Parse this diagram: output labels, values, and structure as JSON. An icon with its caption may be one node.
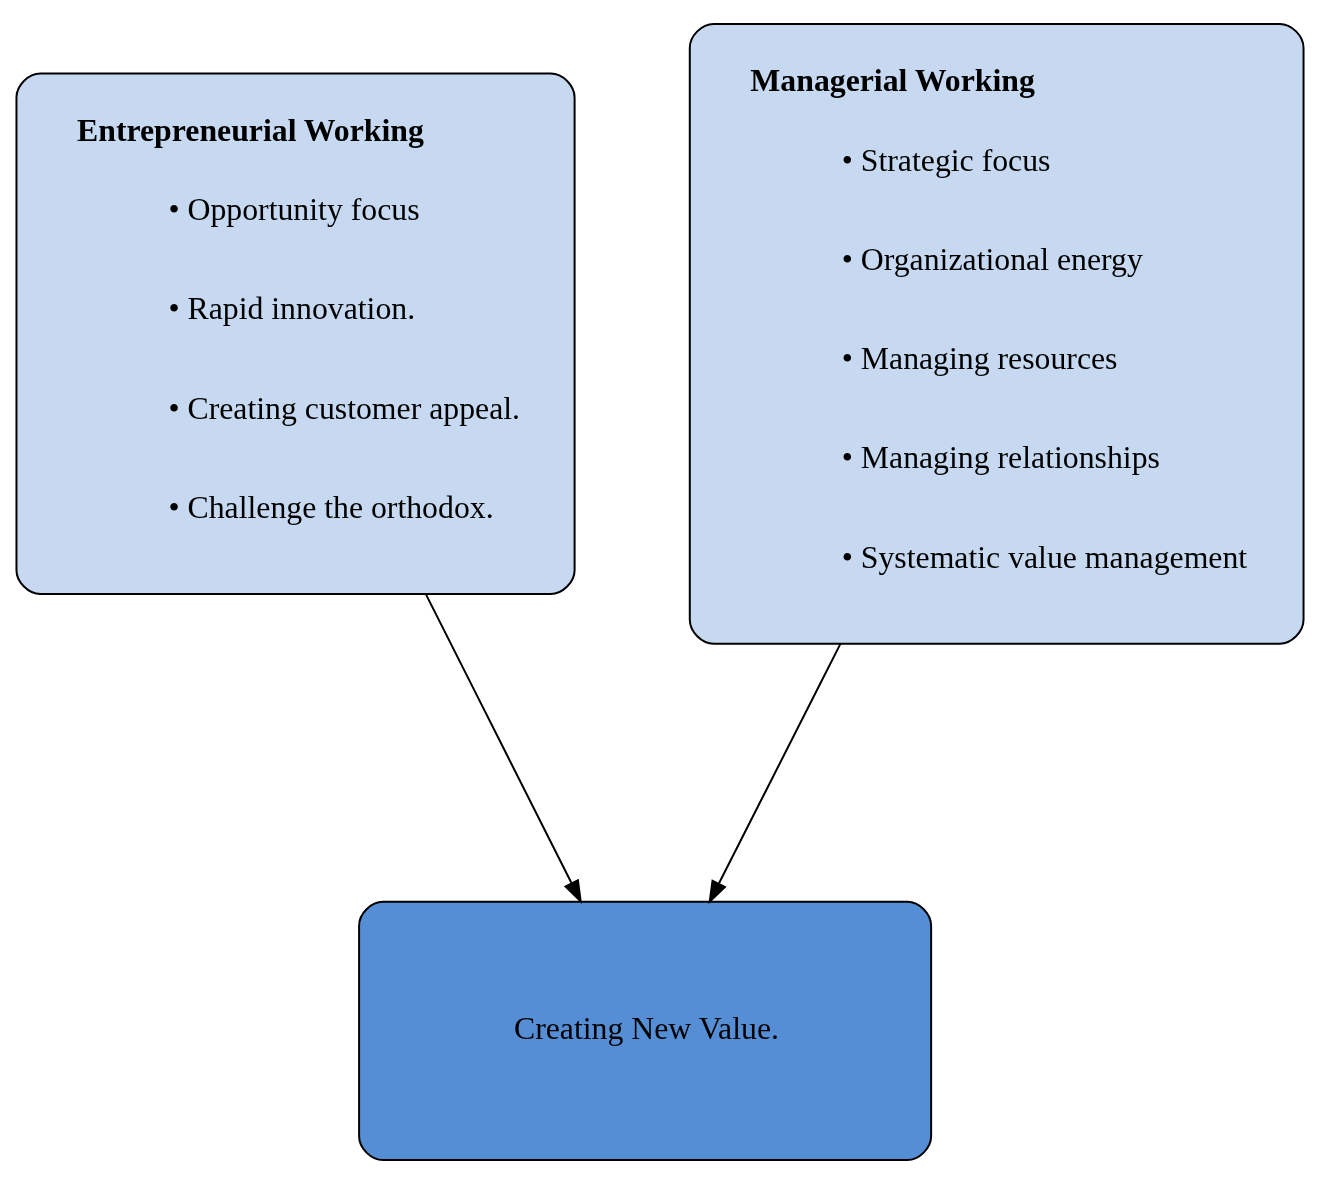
{
  "diagram": {
    "nodes": [
      {
        "text": [
          "Entrepreneurial Working",
          "• Opportunity focus",
          "• Rapid innovation.",
          "• Creating customer appeal.",
          "• Challenge the orthodox."
        ]
      },
      {
        "text": [
          "Managerial Working",
          "• Strategic focus",
          "• Organizational energy",
          "• Managing resources",
          "• Managing relationships",
          "• Systematic value management"
        ]
      },
      {
        "text": [
          "Creating New Value."
        ]
      }
    ],
    "edges": [
      {
        "from": 0,
        "to": 2,
        "arrow": "to"
      },
      {
        "from": 1,
        "to": 2,
        "arrow": "to"
      }
    ]
  }
}
